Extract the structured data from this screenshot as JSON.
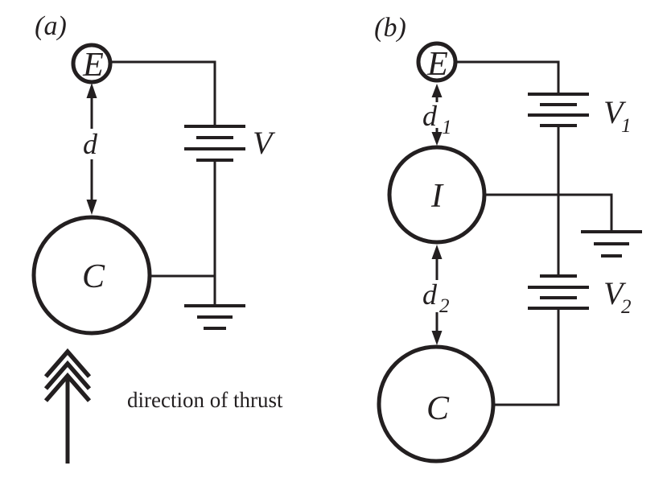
{
  "panel_a": {
    "tag": "(a)",
    "emitter_label": "E",
    "gap_label": "d",
    "collector_label": "C",
    "battery_label": "V",
    "thrust_caption": "direction of thrust"
  },
  "panel_b": {
    "tag": "(b)",
    "emitter_label": "E",
    "gap1_label": "d",
    "gap1_subscript": "1",
    "intermediate_label": "I",
    "gap2_label": "d",
    "gap2_subscript": "2",
    "collector_label": "C",
    "battery1_label": "V",
    "battery1_subscript": "1",
    "battery2_label": "V",
    "battery2_subscript": "2"
  },
  "colors": {
    "ink": "#231f20",
    "background": "#ffffff"
  }
}
